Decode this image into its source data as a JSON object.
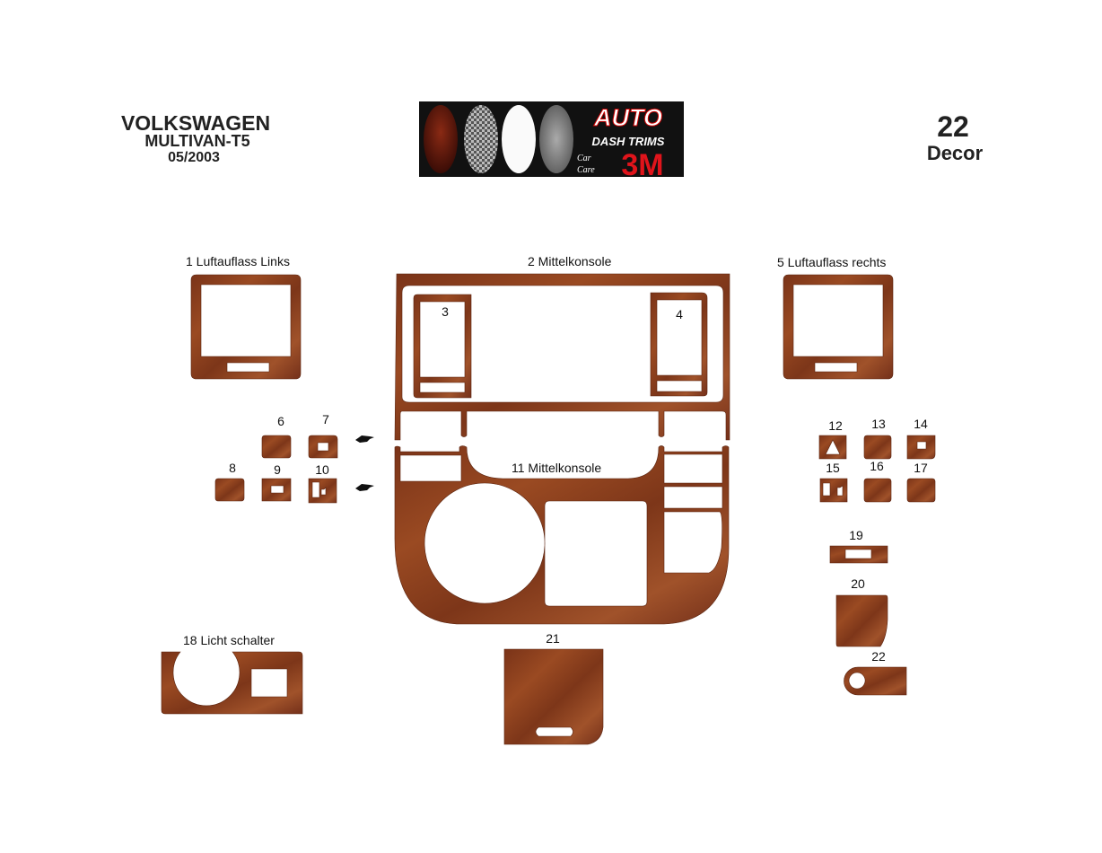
{
  "header": {
    "make": "VOLKSWAGEN",
    "model": "MULTIVAN-T5",
    "date": "05/2003",
    "piece_count": "22",
    "piece_label": "Decor"
  },
  "logo": {
    "line1": "AUTO",
    "line2": "DASH TRIMS",
    "line3a": "Car",
    "line3b": "Care",
    "brand": "3M"
  },
  "parts": {
    "p1": "1  Luftauflass Links",
    "p2": "2  Mittelkonsole",
    "p3": "3",
    "p4": "4",
    "p5": "5  Luftauflass rechts",
    "p6": "6",
    "p7": "7",
    "p8": "8",
    "p9": "9",
    "p10": "10",
    "p11": "11  Mittelkonsole",
    "p12": "12",
    "p13": "13",
    "p14": "14",
    "p15": "15",
    "p16": "16",
    "p17": "17",
    "p18": "18  Licht schalter",
    "p19": "19",
    "p20": "20",
    "p21": "21",
    "p22": "22"
  },
  "colors": {
    "wood": "#8b3f1d",
    "wood_dark": "#5a2410",
    "logo_bg": "#111111",
    "logo_red": "#e0141b"
  },
  "icons": {
    "pointer": "pointing-hand-icon"
  }
}
